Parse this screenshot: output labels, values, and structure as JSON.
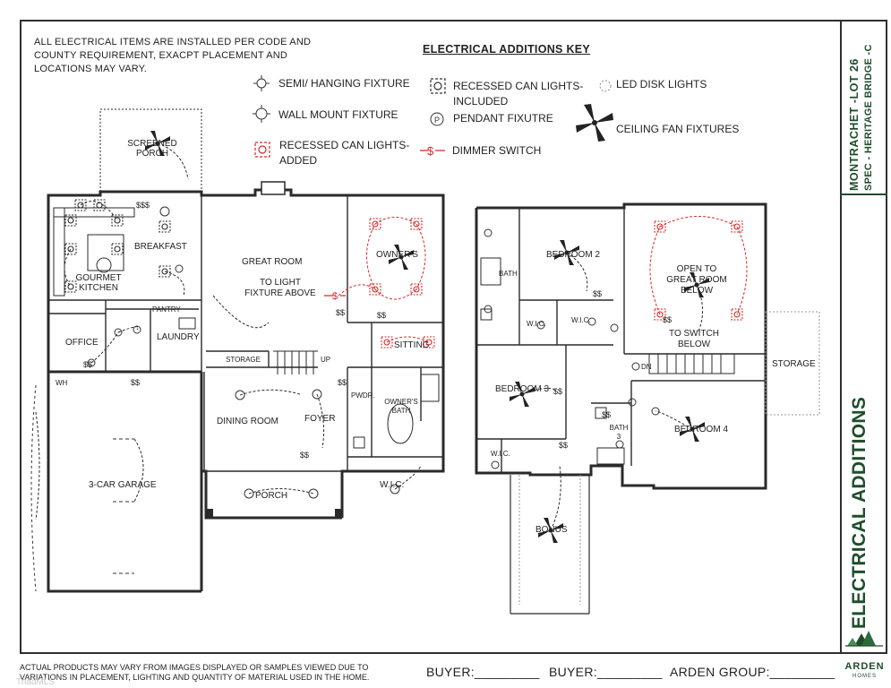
{
  "notes": {
    "general": "ALL ELECTRICAL ITEMS ARE INSTALLED PER CODE AND COUNTY REQUIREMENT, EXACPT PLACEMENT AND LOCATIONS MAY VARY."
  },
  "key": {
    "title": "ELECTRICAL ADDITIONS KEY",
    "items": {
      "semi_hanging": "SEMI/ HANGING FIXTURE",
      "wall_mount": "WALL MOUNT FIXTURE",
      "recessed_added": "RECESSED CAN LIGHTS-ADDED",
      "recessed_included": "RECESSED CAN LIGHTS-INCLUDED",
      "pendant": "PENDANT FIXUTRE",
      "dimmer": "DIMMER SWITCH",
      "led_disk": "LED DISK LIGHTS",
      "ceiling_fan": "CEILING FAN FIXTURES"
    }
  },
  "title_block": {
    "project": "MONTRACHET -LOT 26",
    "spec": "SPEC - HERITAGE BRIDGE -C",
    "sheet_title": "ELECTRICAL ADDITIONS",
    "brand": "ARDEN",
    "brand_sub": "HOMES"
  },
  "rooms": {
    "screened_porch": "SCREENED PORCH",
    "breakfast": "BREAKFAST",
    "gourmet_kitchen": "GOURMET KITCHEN",
    "great_room": "GREAT ROOM",
    "to_light_fixture": "TO LIGHT FIXTURE ABOVE",
    "owners": "OWNER'S",
    "pantry": "PANTRY",
    "office": "OFFICE",
    "laundry": "LAUNDRY",
    "storage_main": "STORAGE",
    "up": "UP",
    "sitting": "SITTING",
    "pwdr": "PWDR.",
    "owners_bath": "OWNER'S BATH",
    "dining_room": "DINING ROOM",
    "foyer": "FOYER",
    "wh": "WH",
    "three_car_garage": "3-CAR GARAGE",
    "porch": "PORCH",
    "wic_main": "W.I.C.",
    "bedroom2": "BEDROOM 2",
    "bath_upper": "BATH",
    "wic_upper_a": "W.I.C.",
    "wic_upper_b": "W.I.C.",
    "open_to_great_room": "OPEN TO GREAT ROOM BELOW",
    "to_switch_below": "TO SWITCH BELOW",
    "dn": "DN",
    "storage_upper": "STORAGE",
    "bedroom3": "BEDROOM 3",
    "bath3": "BATH 3",
    "bedroom4": "BEDROOM 4",
    "wic_upper_c": "W.I.C.",
    "bonus": "BONUS"
  },
  "footer": {
    "disclaimer": "ACTUAL PRODUCTS MAY VARY FROM IMAGES DISPLAYED OR SAMPLES VIEWED DUE TO VARIATIONS IN PLACEMENT, LIGHTING AND QUANTITY OF MATERIAL USED IN THE HOME.",
    "buyer1": "BUYER:_________",
    "buyer2": "BUYER:_________",
    "arden_group": "ARDEN GROUP:_________"
  },
  "watermark": "TriadMLS",
  "colors": {
    "added": "#d62828",
    "wall": "#2a2a2a",
    "brand_green": "#1f4d2b"
  }
}
